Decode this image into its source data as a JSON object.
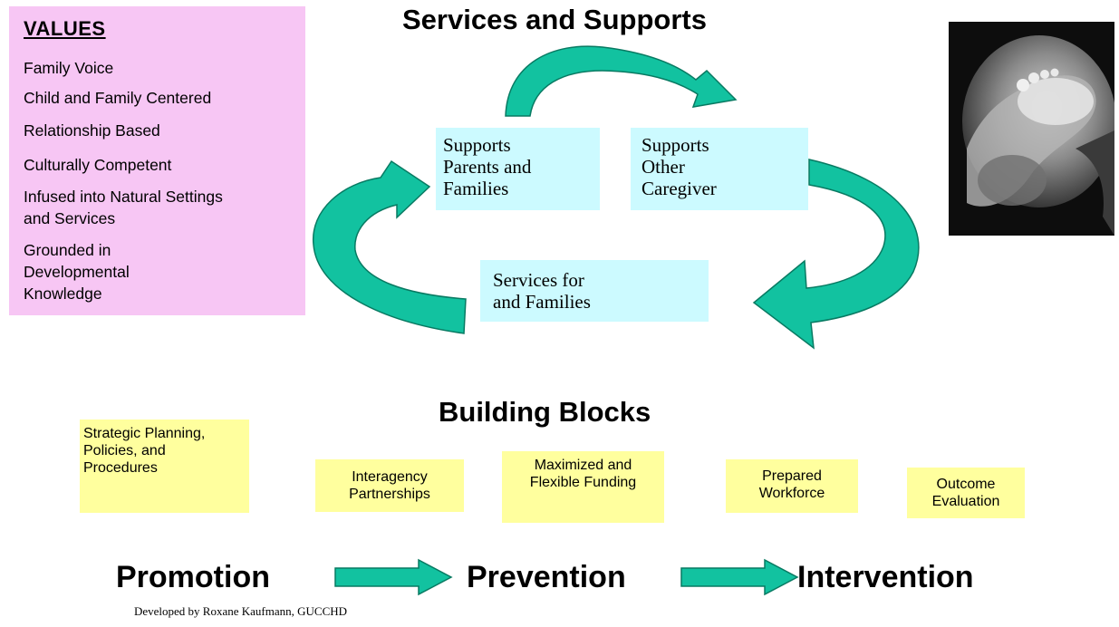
{
  "values": {
    "title": "VALUES",
    "items": [
      "Family Voice",
      "Child and Family Centered",
      "Relationship Based",
      "Culturally Competent",
      "Infused into Natural Settings and Services",
      "Grounded in Developmental Knowledge"
    ]
  },
  "services": {
    "title": "Services and Supports",
    "boxes": [
      {
        "lines": [
          "Supports",
          "Parents and",
          "Families"
        ]
      },
      {
        "lines": [
          "Supports",
          "Other",
          "Caregiver"
        ]
      },
      {
        "lines": [
          "Services for",
          "and Families"
        ]
      }
    ]
  },
  "building_blocks": {
    "title": "Building Blocks",
    "items": [
      "Strategic Planning, Policies, and Procedures",
      "Interagency Partnerships",
      "Maximized and Flexible Funding",
      "Prepared Workforce",
      "Outcome Evaluation"
    ]
  },
  "flow": {
    "stages": [
      "Promotion",
      "Prevention",
      "Intervention"
    ]
  },
  "credit": "Developed by Roxane Kaufmann, GUCCHD",
  "colors": {
    "values_bg": "#f7c6f4",
    "service_box_bg": "#ccfaff",
    "block_bg": "#ffff9e",
    "arrow_fill": "#12c2a0",
    "arrow_dark": "#087a62"
  },
  "icons": {
    "photo": "baby-feet-in-hands-photo"
  }
}
